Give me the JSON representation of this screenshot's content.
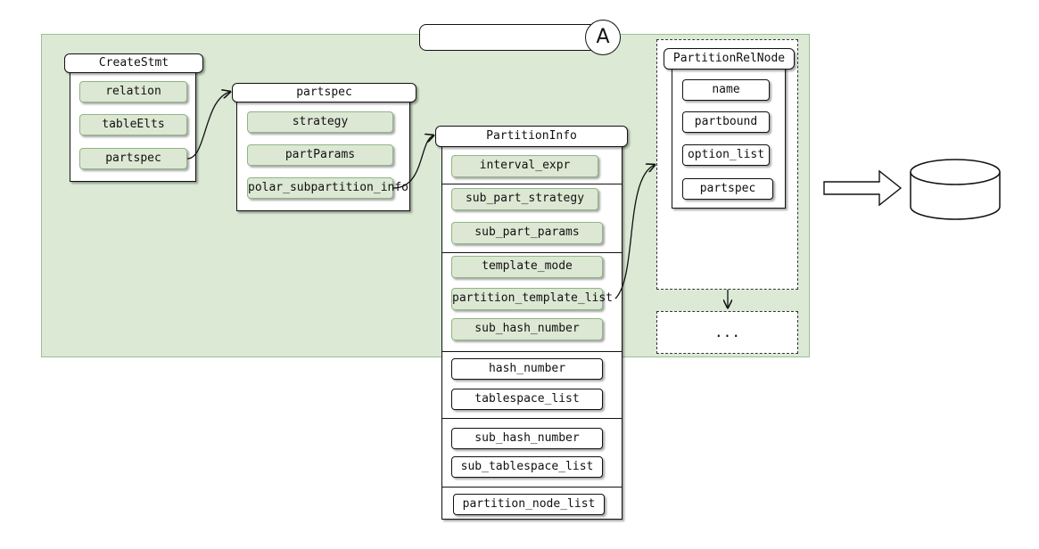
{
  "header": {
    "region_label": "A"
  },
  "createstmt": {
    "title": "CreateStmt",
    "fields": [
      "relation",
      "tableElts",
      "partspec"
    ]
  },
  "partspec": {
    "title": "partspec",
    "fields": [
      "strategy",
      "partParams",
      "polar_subpartition_info"
    ]
  },
  "partitioninfo": {
    "title": "PartitionInfo",
    "fields": [
      "interval_expr",
      "sub_part_strategy",
      "sub_part_params",
      "template_mode",
      "partition_template_list",
      "sub_hash_number",
      "hash_number",
      "tablespace_list",
      "sub_hash_number",
      "sub_tablespace_list",
      "partition_node_list"
    ]
  },
  "partitionrelnode": {
    "title": "PartitionRelNode",
    "fields": [
      "name",
      "partbound",
      "option_list",
      "partspec"
    ]
  },
  "more": {
    "label": "..."
  },
  "colors": {
    "region_fill": "#dbe9d5",
    "region_border": "#9cbf92",
    "field_fill": "#dce8d3"
  }
}
